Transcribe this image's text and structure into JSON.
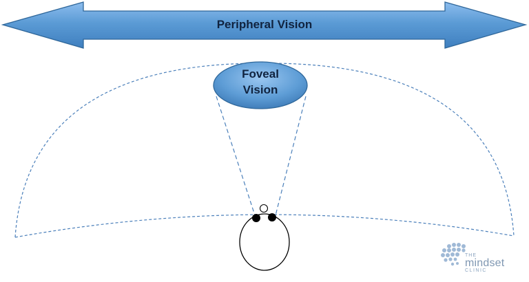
{
  "diagram": {
    "peripheral_label": "Peripheral Vision",
    "foveal_label_line1": "Foveal",
    "foveal_label_line2": "Vision"
  },
  "logo": {
    "the": "THE",
    "name": "mindset",
    "sub": "CLINIC"
  },
  "colors": {
    "arrow_fill": "#5b9bd5",
    "arrow_stroke": "#2e6699",
    "dashed_line": "#4a7fba",
    "label_text": "#10233f",
    "logo_dots": "#9fb9d6"
  }
}
